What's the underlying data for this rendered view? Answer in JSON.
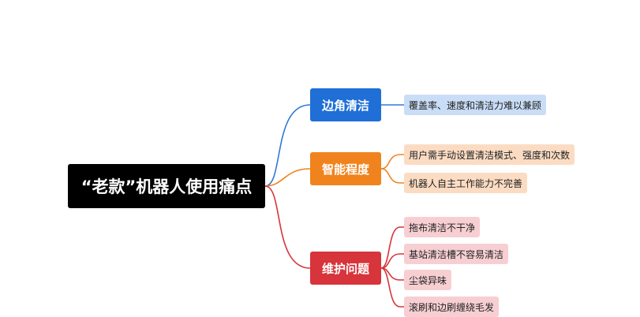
{
  "root": {
    "label": "“老款”机器人使用痛点",
    "color": "#000000"
  },
  "colors": {
    "blue": "#1f6fd6",
    "blue_leaf": "#c9ddf6",
    "blue_line": "#2f78d8",
    "orange": "#f0831e",
    "orange_leaf": "#fbdcc3",
    "orange_line": "#f0831e",
    "red": "#d8343b",
    "red_leaf": "#f7cfd2",
    "red_line": "#d8343b"
  },
  "branches": [
    {
      "label": "边角清洁",
      "leaves": [
        "覆盖率、速度和清洁力难以兼顾"
      ]
    },
    {
      "label": "智能程度",
      "leaves": [
        "用户需手动设置清洁模式、强度和次数",
        "机器人自主工作能力不完善"
      ]
    },
    {
      "label": "维护问题",
      "leaves": [
        "拖布清洁不干净",
        "基站清洁槽不容易清洁",
        "尘袋异味",
        "滚刷和边刷缠绕毛发"
      ]
    }
  ]
}
